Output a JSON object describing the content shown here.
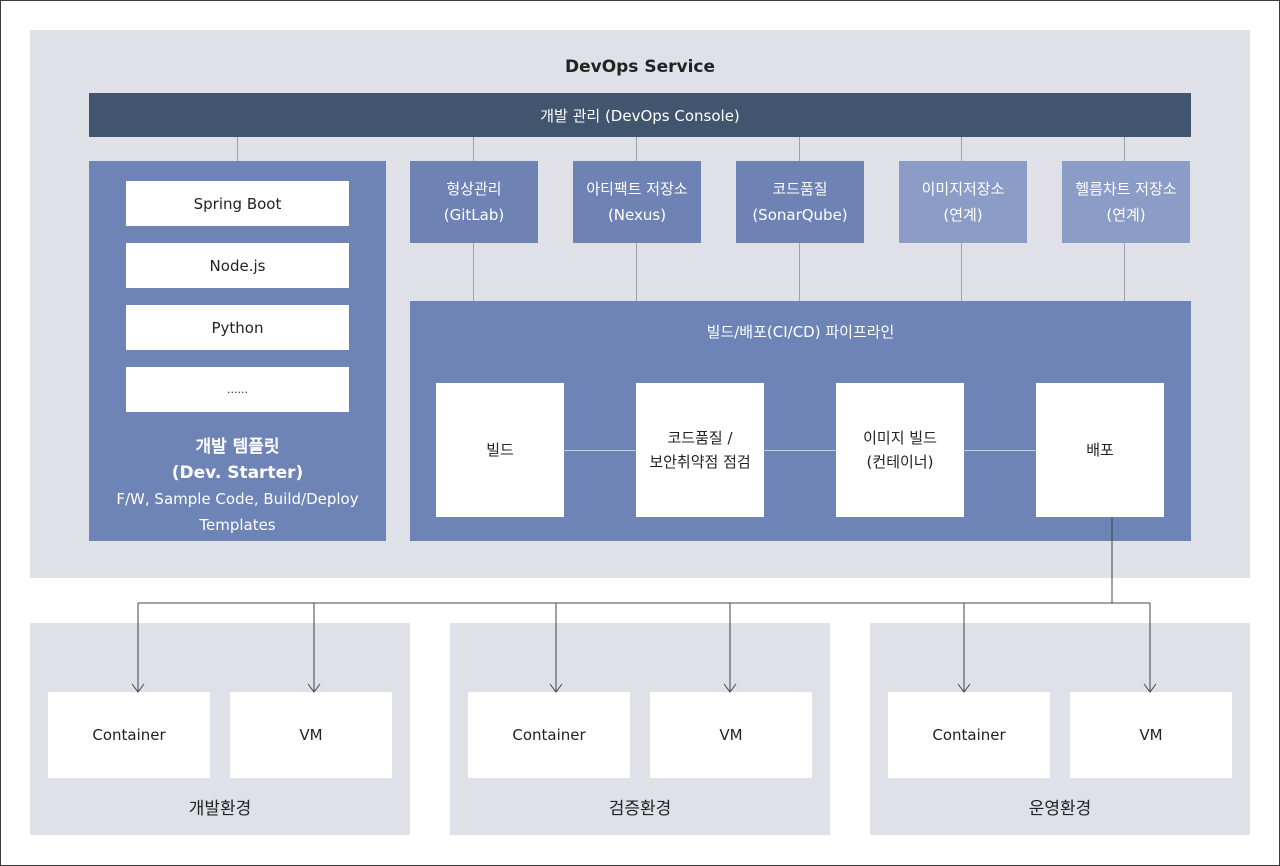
{
  "service": {
    "title": "DevOps Service",
    "console": "개발 관리 (DevOps Console)"
  },
  "template": {
    "items": [
      "Spring Boot",
      "Node.js",
      "Python",
      "......"
    ],
    "title_line1": "개발 템플릿",
    "title_line2": "(Dev. Starter)",
    "desc_line1": "F/W, Sample Code, Build/Deploy",
    "desc_line2": "Templates"
  },
  "tools": [
    {
      "name": "형상관리",
      "sub": "(GitLab)"
    },
    {
      "name": "아티팩트 저장소",
      "sub": "(Nexus)"
    },
    {
      "name": "코드품질",
      "sub": "(SonarQube)"
    },
    {
      "name": "이미지저장소",
      "sub": "(연계)"
    },
    {
      "name": "헬름차트 저장소",
      "sub": "(연계)"
    }
  ],
  "pipeline": {
    "title": "빌드/배포(CI/CD) 파이프라인",
    "stages": [
      {
        "line1": "빌드",
        "line2": ""
      },
      {
        "line1": "코드품질 /",
        "line2": "보안취약점 점검"
      },
      {
        "line1": "이미지 빌드",
        "line2": "(컨테이너)"
      },
      {
        "line1": "배포",
        "line2": ""
      }
    ]
  },
  "environments": [
    {
      "label": "개발환경",
      "targets": [
        "Container",
        "VM"
      ]
    },
    {
      "label": "검증환경",
      "targets": [
        "Container",
        "VM"
      ]
    },
    {
      "label": "운영환경",
      "targets": [
        "Container",
        "VM"
      ]
    }
  ],
  "colors": {
    "panel": "#dfe0e8",
    "console": "#42556f",
    "box_blue": "#6e84b6",
    "box_light_blue": "#8b9cc7",
    "line": "#9aa0ad"
  }
}
